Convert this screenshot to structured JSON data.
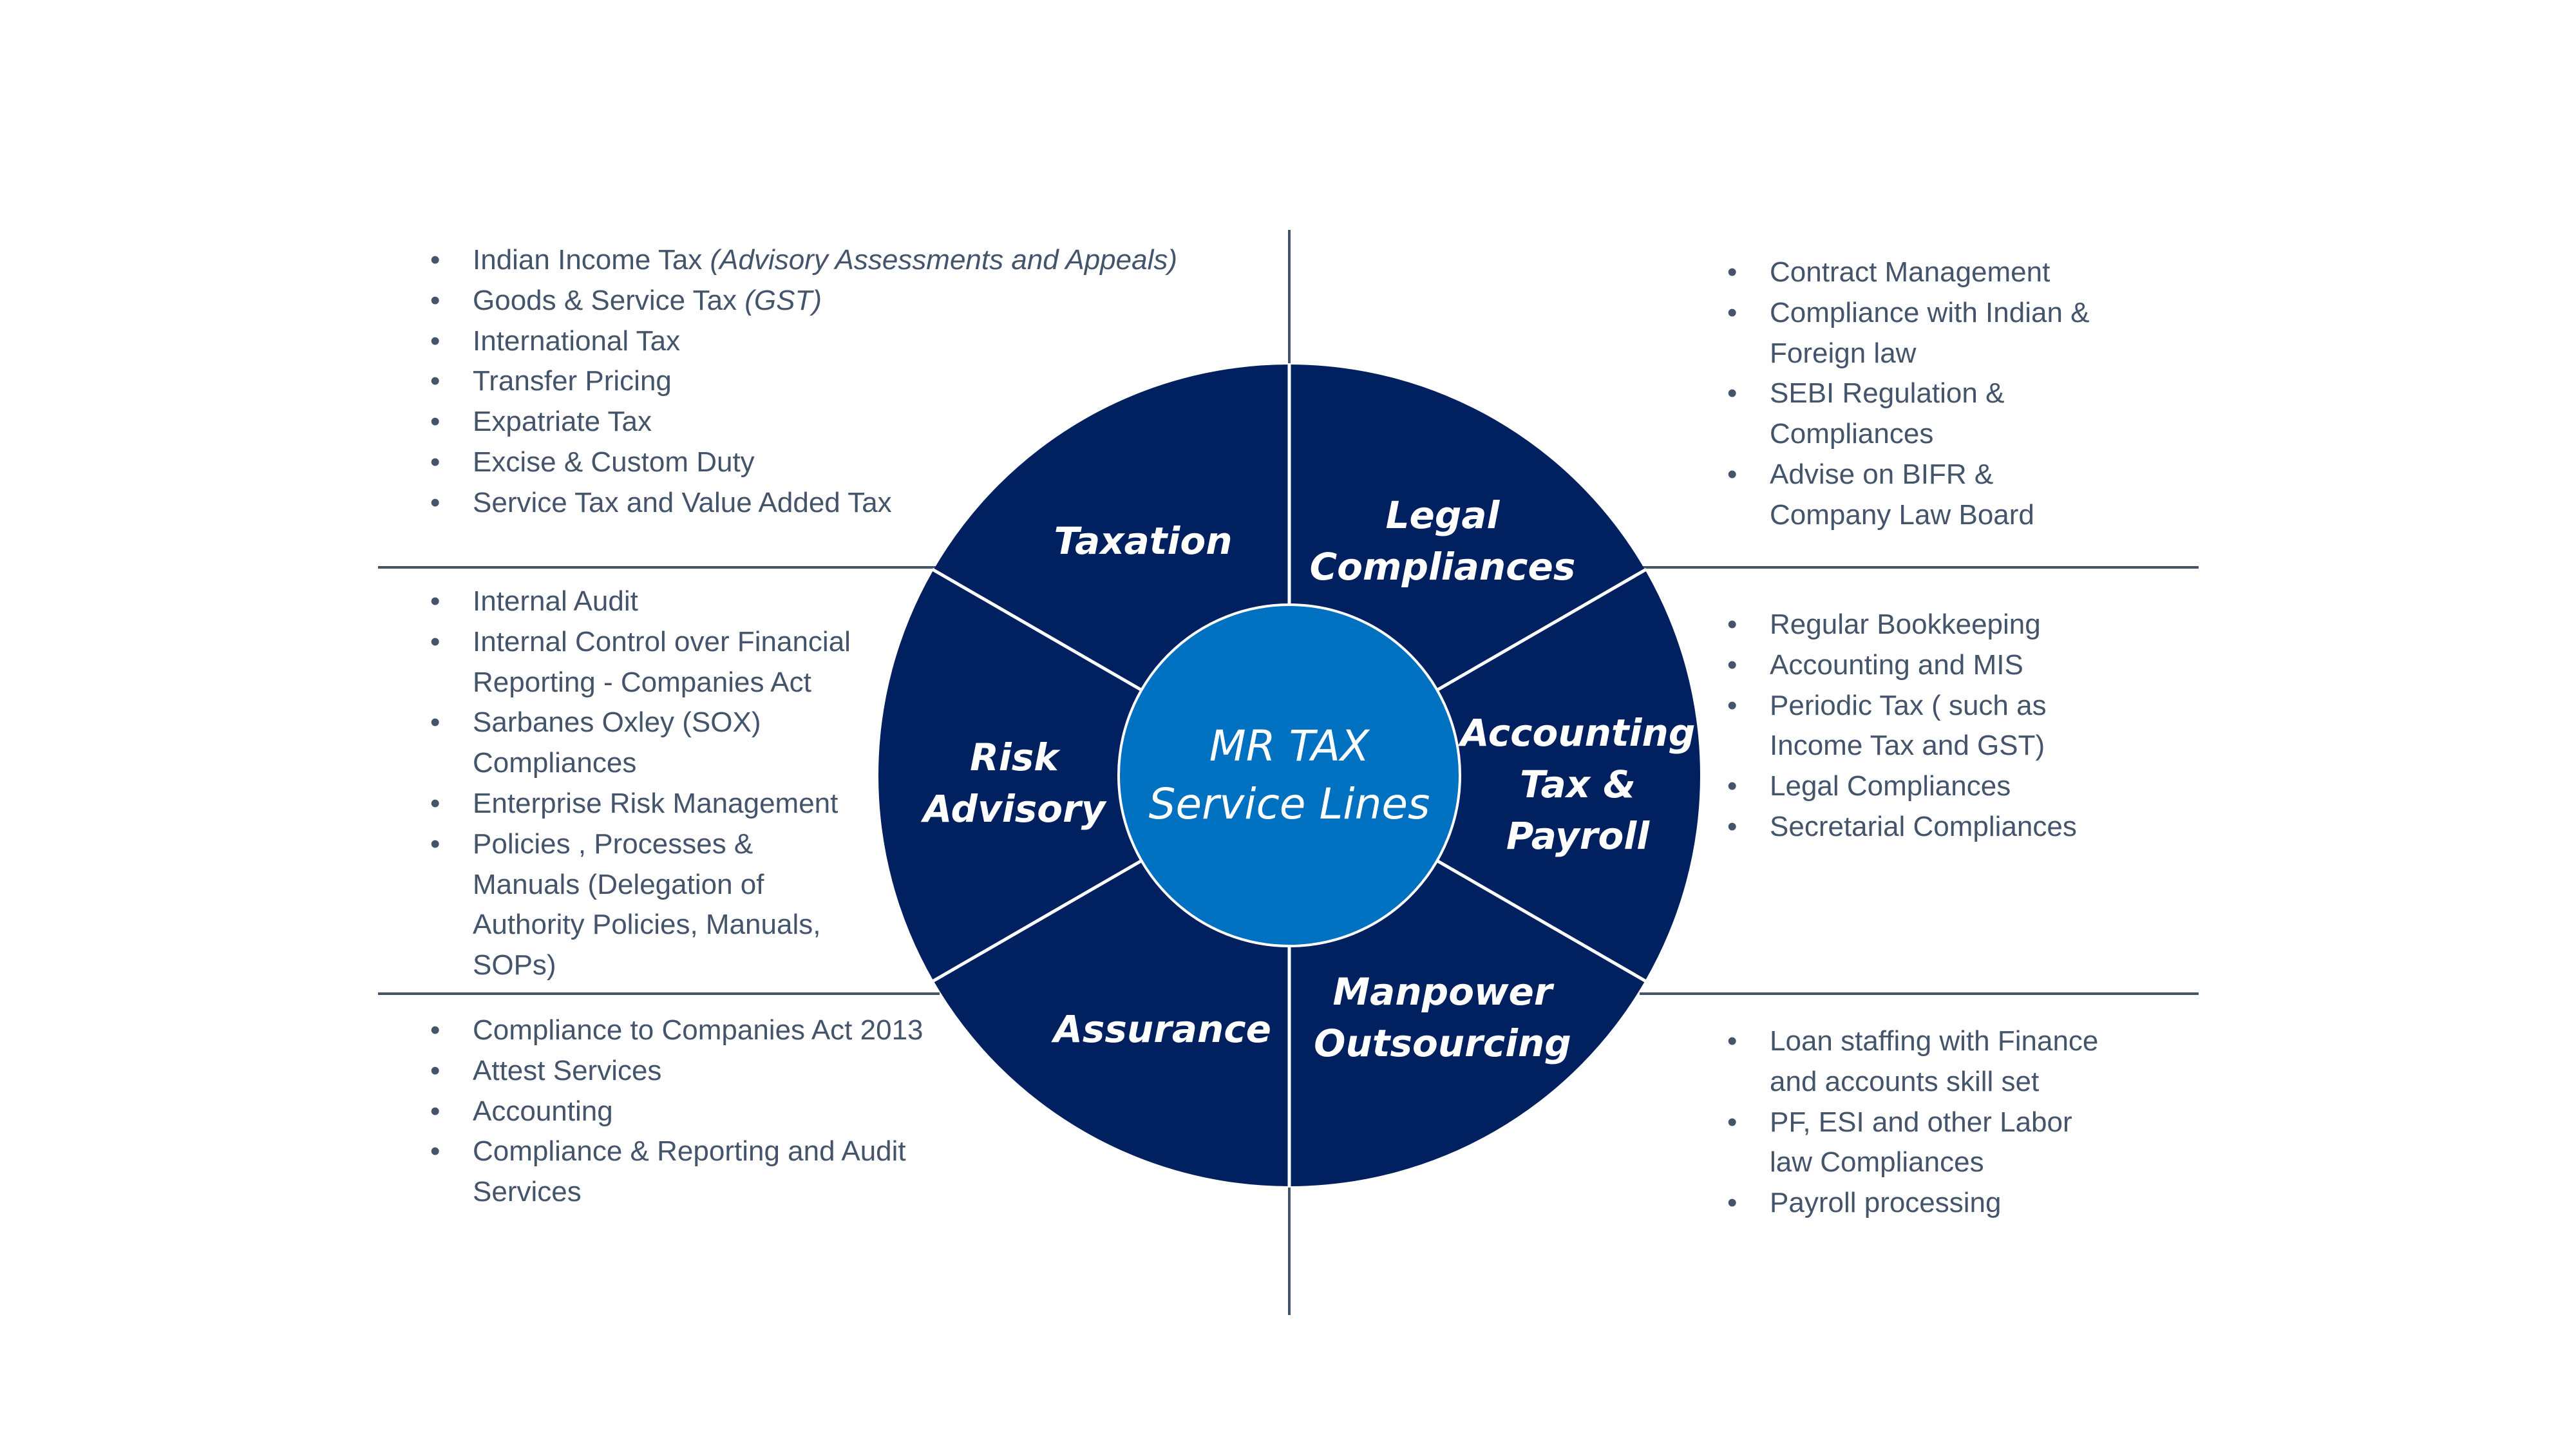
{
  "colors": {
    "ring": "#002060",
    "center": "#0070C0",
    "divider": "#FFFFFF",
    "rule": "#44546A",
    "text": "#44546A"
  },
  "center": {
    "line1": "MR TAX",
    "line2": "Service Lines"
  },
  "segments": [
    {
      "id": "taxation",
      "lines": [
        "Taxation"
      ]
    },
    {
      "id": "legal-compliances",
      "lines": [
        "Legal",
        "Compliances"
      ]
    },
    {
      "id": "accounting-tax-payroll",
      "lines": [
        "Accounting",
        "Tax &",
        "Payroll"
      ]
    },
    {
      "id": "manpower-outsourcing",
      "lines": [
        "Manpower",
        "Outsourcing"
      ]
    },
    {
      "id": "assurance",
      "lines": [
        "Assurance"
      ]
    },
    {
      "id": "risk-advisory",
      "lines": [
        "Risk",
        "Advisory"
      ]
    }
  ],
  "lists": {
    "taxation": [
      {
        "text": "Indian Income Tax ",
        "italic": "(Advisory Assessments and Appeals)"
      },
      {
        "text": "Goods & Service Tax ",
        "italic": "(GST)"
      },
      {
        "text": "International Tax"
      },
      {
        "text": "Transfer Pricing"
      },
      {
        "text": "Expatriate Tax"
      },
      {
        "text": "Excise & Custom Duty"
      },
      {
        "text": "Service Tax and Value Added Tax"
      }
    ],
    "risk_advisory": [
      {
        "lines": [
          "Internal Audit"
        ]
      },
      {
        "lines": [
          "Internal Control over Financial",
          "Reporting - Companies Act"
        ]
      },
      {
        "lines": [
          "Sarbanes Oxley (SOX)",
          "Compliances"
        ]
      },
      {
        "lines": [
          "Enterprise Risk Management"
        ]
      },
      {
        "lines": [
          "Policies , Processes &",
          "Manuals (Delegation of",
          "Authority Policies, Manuals,",
          "SOPs)"
        ]
      }
    ],
    "assurance": [
      {
        "lines": [
          "Compliance to Companies Act 2013"
        ]
      },
      {
        "lines": [
          "Attest Services"
        ]
      },
      {
        "lines": [
          "Accounting"
        ]
      },
      {
        "lines": [
          "Compliance & Reporting and Audit",
          "Services"
        ]
      }
    ],
    "legal_compliances": [
      {
        "lines": [
          "Contract Management"
        ]
      },
      {
        "lines": [
          "Compliance with Indian &",
          "Foreign law"
        ]
      },
      {
        "lines": [
          "SEBI Regulation &",
          "Compliances"
        ]
      },
      {
        "lines": [
          "Advise on BIFR &",
          "Company Law Board"
        ]
      }
    ],
    "accounting_tax_payroll": [
      {
        "lines": [
          "Regular Bookkeeping"
        ]
      },
      {
        "lines": [
          "Accounting and MIS"
        ]
      },
      {
        "lines": [
          "Periodic Tax ( such as",
          "Income Tax and GST)"
        ]
      },
      {
        "lines": [
          "Legal Compliances"
        ]
      },
      {
        "lines": [
          "Secretarial Compliances"
        ]
      }
    ],
    "manpower_outsourcing": [
      {
        "lines": [
          "Loan staffing with Finance",
          "and accounts skill set"
        ]
      },
      {
        "lines": [
          "PF, ESI  and other Labor",
          "law Compliances"
        ]
      },
      {
        "lines": [
          "Payroll processing"
        ]
      }
    ]
  },
  "bullet_glyph": "•"
}
